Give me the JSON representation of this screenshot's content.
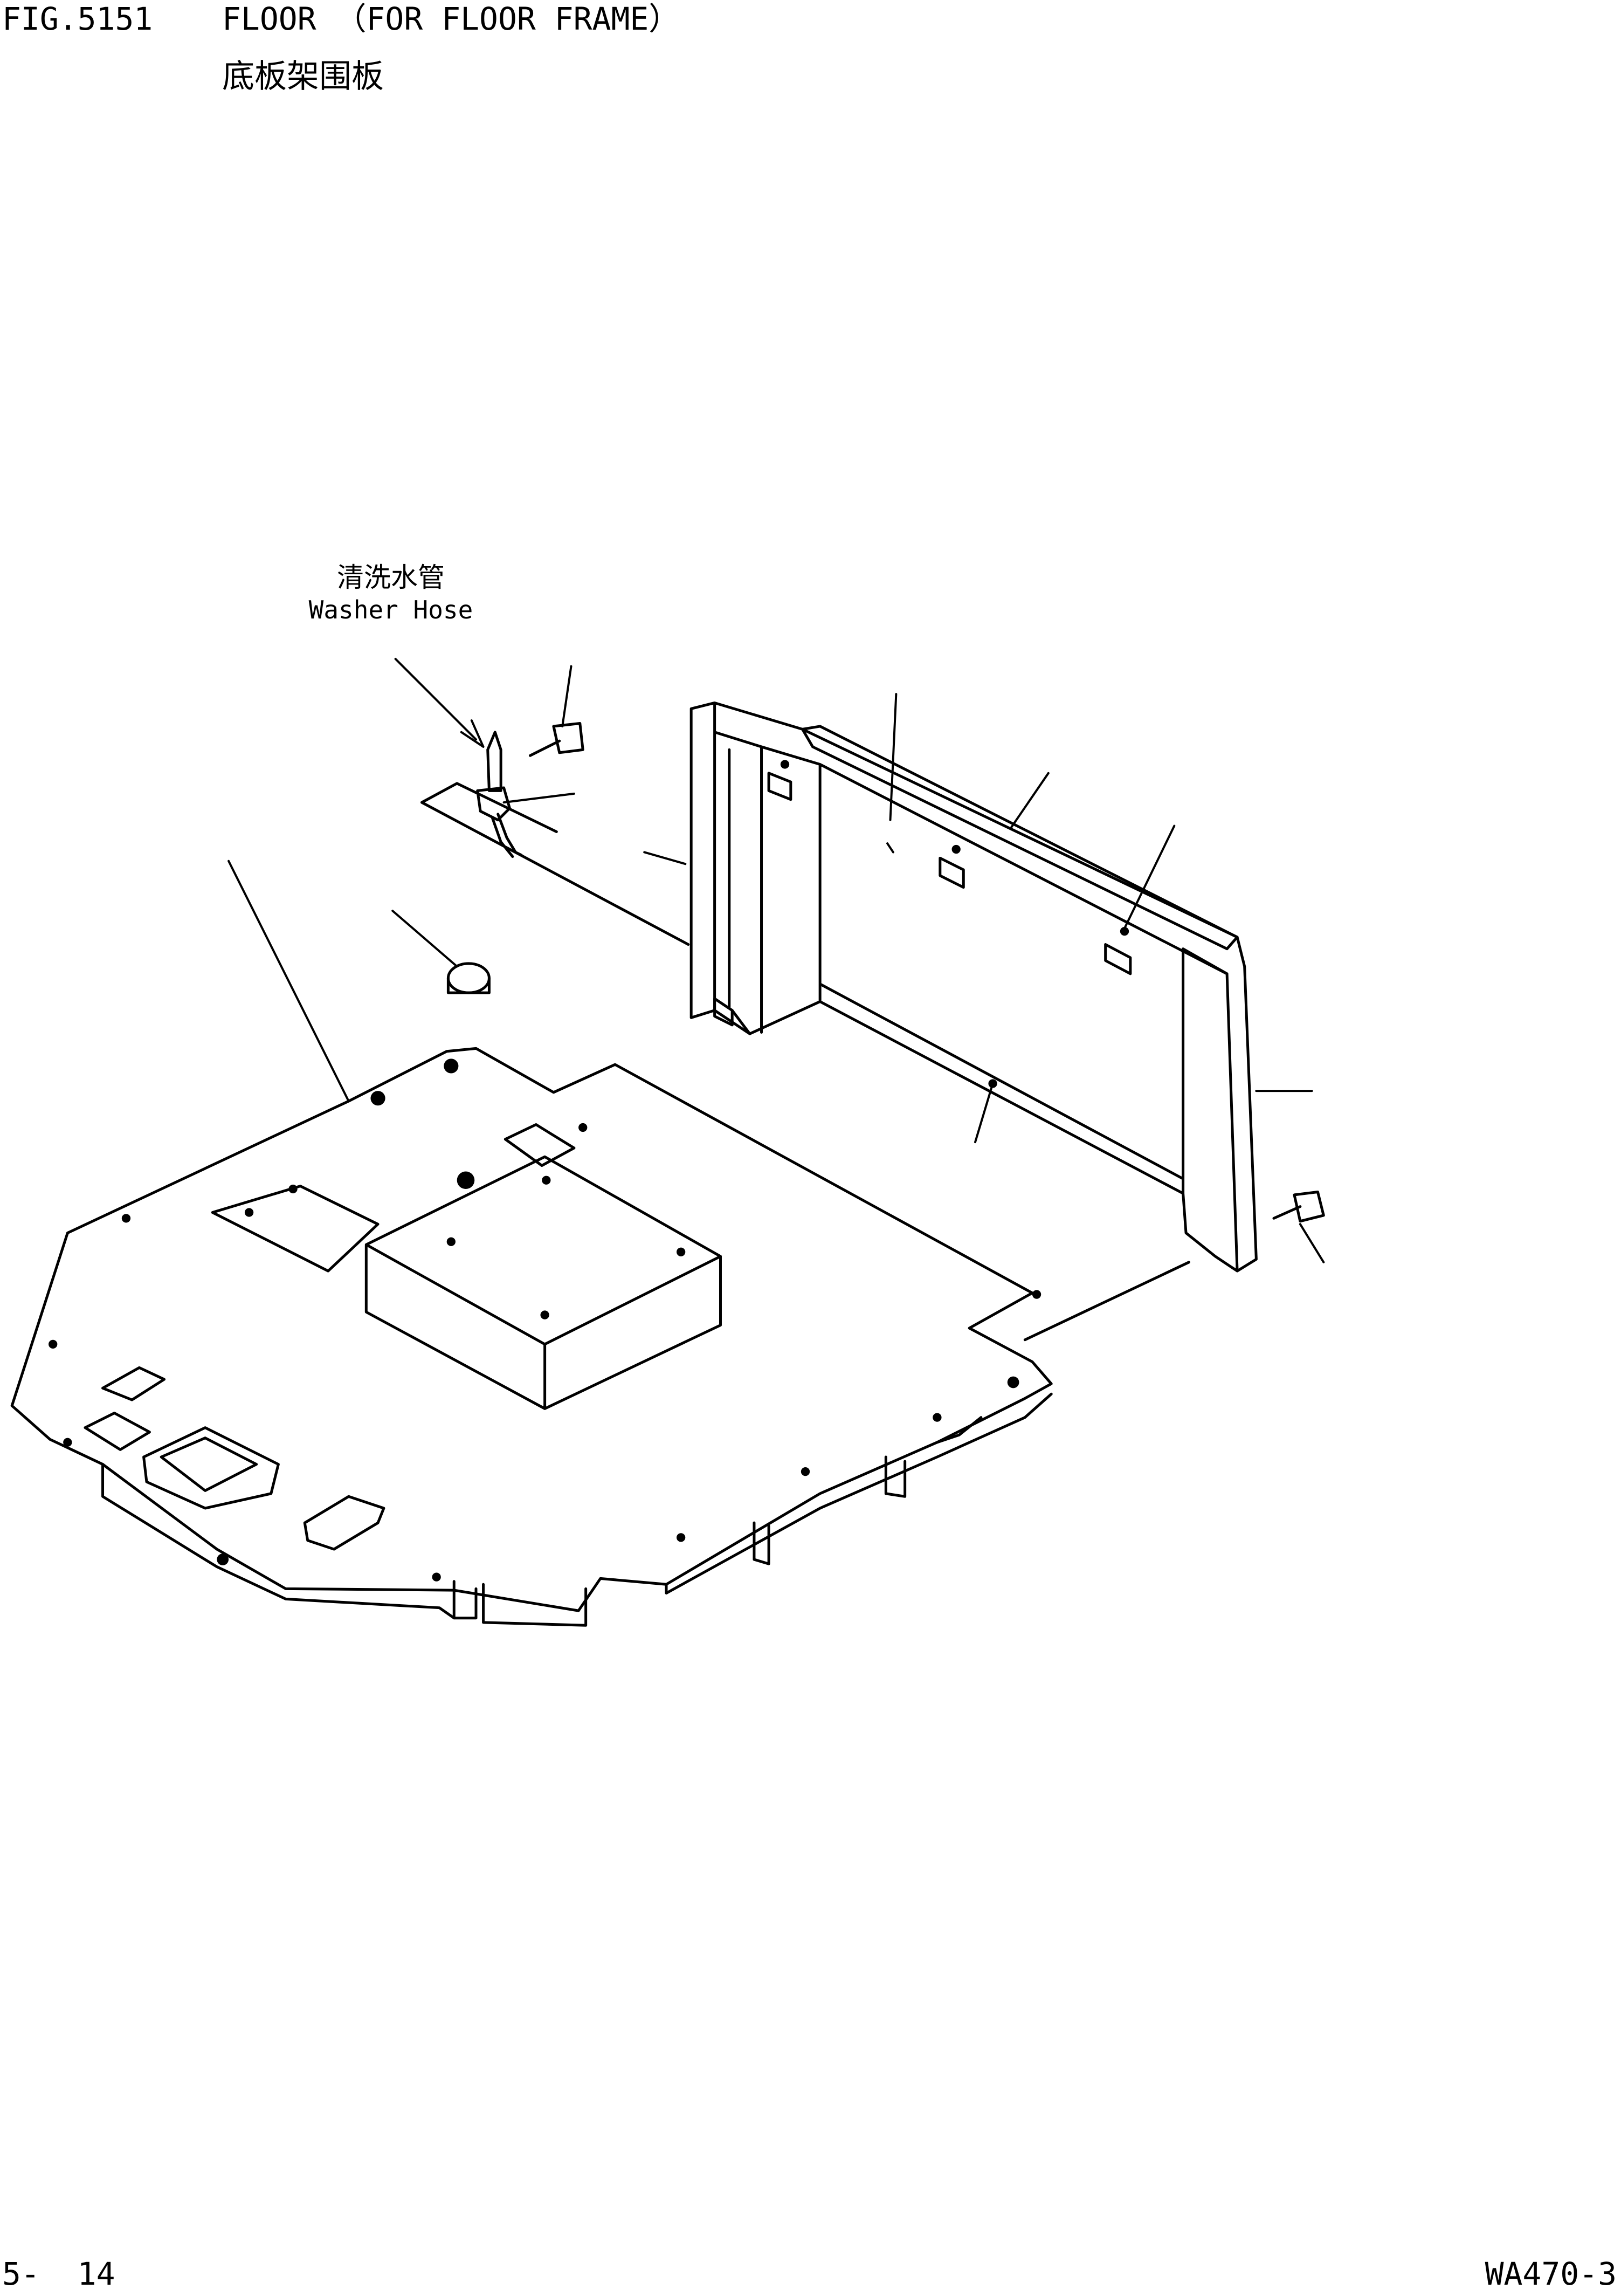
{
  "header": {
    "figure_number": "FIG.5151",
    "title": "FLOOR （FOR FLOOR FRAME）",
    "title_cn": "底板架围板"
  },
  "callouts": {
    "washer_hose_cn": "清洗水管",
    "washer_hose_en": "Washer Hose"
  },
  "footer": {
    "page": "5-  14",
    "model": "WA470-3"
  }
}
